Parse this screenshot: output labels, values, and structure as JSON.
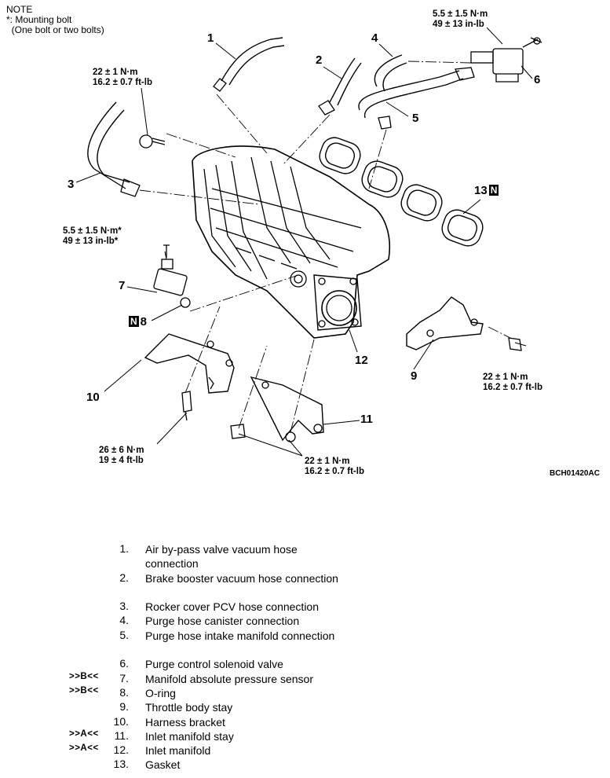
{
  "note": {
    "title": "NOTE",
    "line1": "*: Mounting bolt",
    "line2": "  (One bolt or two bolts)"
  },
  "callouts": {
    "c1": "1",
    "c2": "2",
    "c3": "3",
    "c4": "4",
    "c5": "5",
    "c6": "6",
    "c7": "7",
    "c8": "8",
    "c9": "9",
    "c10": "10",
    "c11": "11",
    "c12": "12",
    "c13": "13"
  },
  "n_mark": "N",
  "torques": {
    "t_top_right": "5.5 ± 1.5 N·m\n49 ± 13 in-lb",
    "t_upper_left": "22 ± 1 N·m\n16.2 ± 0.7 ft-lb",
    "t_sensor": "5.5 ± 1.5 N·m*\n49 ± 13 in-lb*",
    "t_right_stay": "22 ± 1 N·m\n16.2 ± 0.7 ft-lb",
    "t_bracket": "26 ± 6 N·m\n19 ± 4 ft-lb",
    "t_bottom": "22 ± 1 N·m\n16.2 ± 0.7 ft-lb"
  },
  "figure_code": "BCH01420AC",
  "parts": [
    {
      "ref": "",
      "num": "1.",
      "name": "Air by-pass valve vacuum hose connection"
    },
    {
      "ref": "",
      "num": "2.",
      "name": "Brake booster vacuum hose connection"
    },
    {
      "ref": "",
      "num": "3.",
      "name": "Rocker cover PCV hose connection"
    },
    {
      "ref": "",
      "num": "4.",
      "name": "Purge hose canister connection"
    },
    {
      "ref": "",
      "num": "5.",
      "name": "Purge hose intake manifold connection"
    },
    {
      "ref": "",
      "num": "6.",
      "name": "Purge control solenoid valve"
    },
    {
      "ref": ">>B<<",
      "num": "7.",
      "name": "Manifold absolute pressure sensor"
    },
    {
      "ref": ">>B<<",
      "num": "8.",
      "name": "O-ring"
    },
    {
      "ref": "",
      "num": "9.",
      "name": "Throttle body stay"
    },
    {
      "ref": "",
      "num": "10.",
      "name": "Harness bracket"
    },
    {
      "ref": ">>A<<",
      "num": "11.",
      "name": "Inlet manifold stay"
    },
    {
      "ref": ">>A<<",
      "num": "12.",
      "name": "Inlet manifold"
    },
    {
      "ref": "",
      "num": "13.",
      "name": "Gasket"
    }
  ]
}
